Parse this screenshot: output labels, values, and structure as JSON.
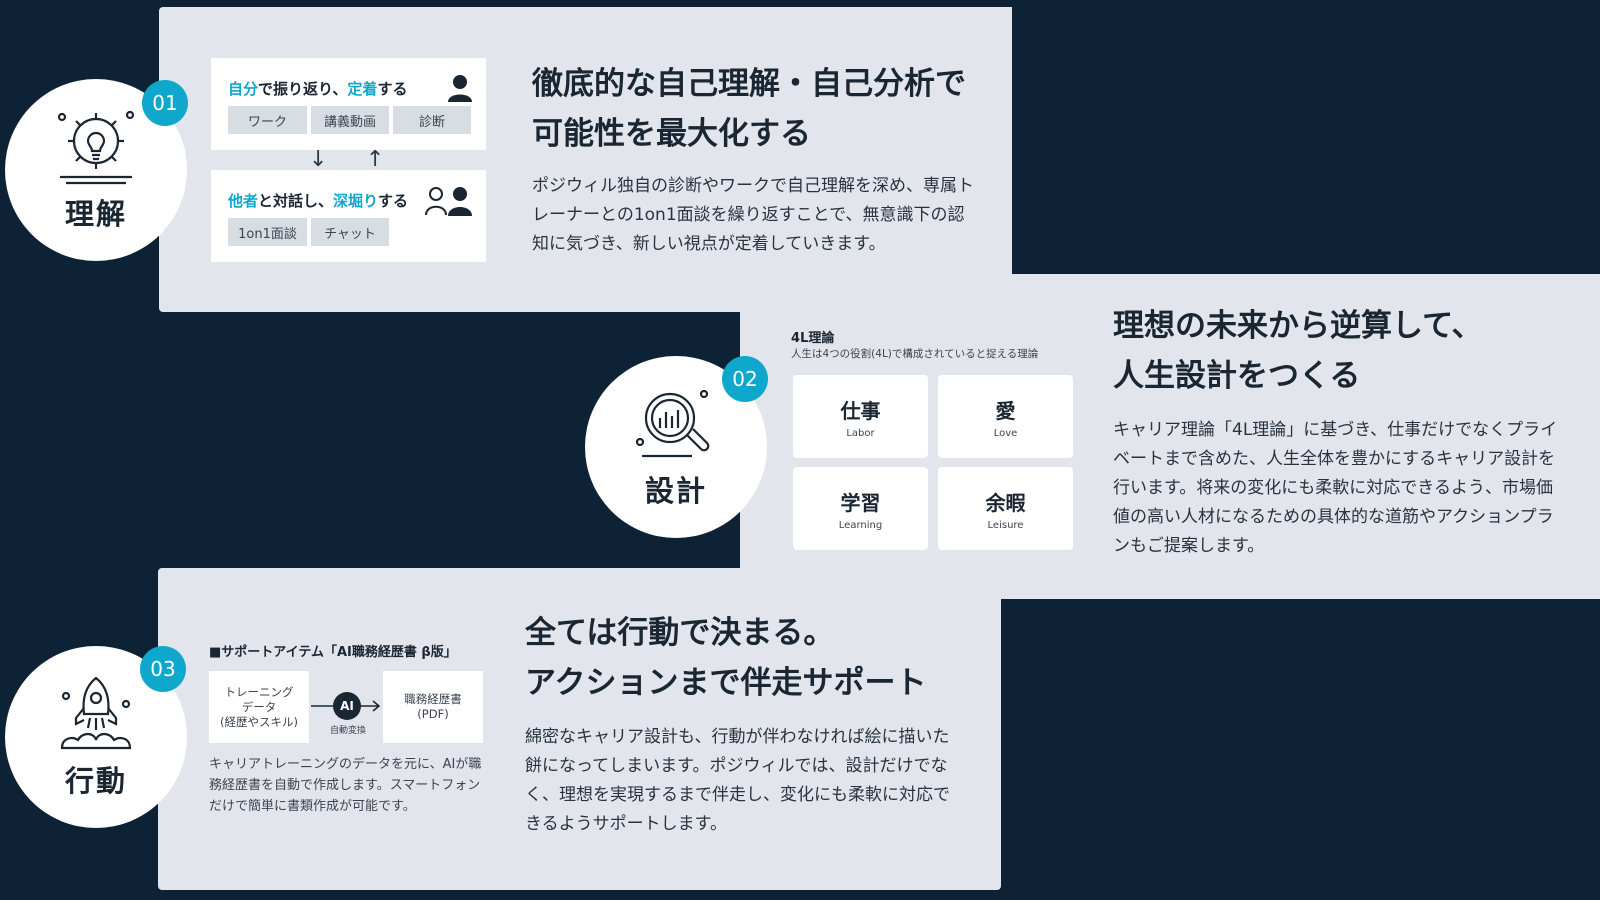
{
  "step1": {
    "number": "01",
    "label": "理解",
    "icon": "gear-bulb-icon",
    "heading_line1": "徹底的な自己理解・自己分析で",
    "heading_line2": "可能性を最大化する",
    "body": "ポジウィル独自の診断やワークで自己理解を深め、専属トレーナーとの1on1面談を繰り返すことで、無意識下の認知に気づき、新しい視点が定着していきます。",
    "card_self": {
      "title_part1": "自分",
      "title_part2": "で振り返り、",
      "title_part3": "定着",
      "title_part4": "する",
      "tags": [
        "ワーク",
        "講義動画",
        "診断"
      ]
    },
    "card_other": {
      "title_part1": "他者",
      "title_part2": "と対話し、",
      "title_part3": "深堀り",
      "title_part4": "する",
      "tags": [
        "1on1面談",
        "チャット"
      ]
    },
    "arrow_down": "↓",
    "arrow_up": "↑"
  },
  "step2": {
    "number": "02",
    "label": "設計",
    "icon": "magnifier-chart-icon",
    "heading_line1": "理想の未来から逆算して、",
    "heading_line2": "人生設計をつくる",
    "body": "キャリア理論「4L理論」に基づき、仕事だけでなくプライベートまで含めた、人生全体を豊かにするキャリア設計を行います。将来の変化にも柔軟に対応できるよう、市場価値の高い人材になるための具体的な道筋やアクションプランもご提案します。",
    "fourl": {
      "title": "4L理論",
      "subtitle": "人生は4つの役割(4L)で構成されていると捉える理論",
      "items": [
        {
          "jp": "仕事",
          "en": "Labor"
        },
        {
          "jp": "愛",
          "en": "Love"
        },
        {
          "jp": "学習",
          "en": "Learning"
        },
        {
          "jp": "余暇",
          "en": "Leisure"
        }
      ]
    }
  },
  "step3": {
    "number": "03",
    "label": "行動",
    "icon": "rocket-icon",
    "heading_line1": "全ては行動で決まる。",
    "heading_line2": "アクションまで伴走サポート",
    "body": "綿密なキャリア設計も、行動が伴わなければ絵に描いた餅になってしまいます。ポジウィルでは、設計だけでなく、理想を実現するまで伴走し、変化にも柔軟に対応できるようサポートします。",
    "support": {
      "title": "■サポートアイテム「AI職務経歴書 β版」",
      "input_line1": "トレーニング",
      "input_line2": "データ",
      "input_line3": "(経歴やスキル)",
      "ai_label": "AI",
      "ai_caption": "自動変換",
      "output_line1": "職務経歴書",
      "output_line2": "(PDF)",
      "description": "キャリアトレーニングのデータを元に、AIが職務経歴書を自動で作成します。スマートフォンだけで簡単に書類作成が可能です。"
    }
  },
  "colors": {
    "background": "#0e2236",
    "panel": "#e2e6ec",
    "accent": "#10a7cc"
  }
}
